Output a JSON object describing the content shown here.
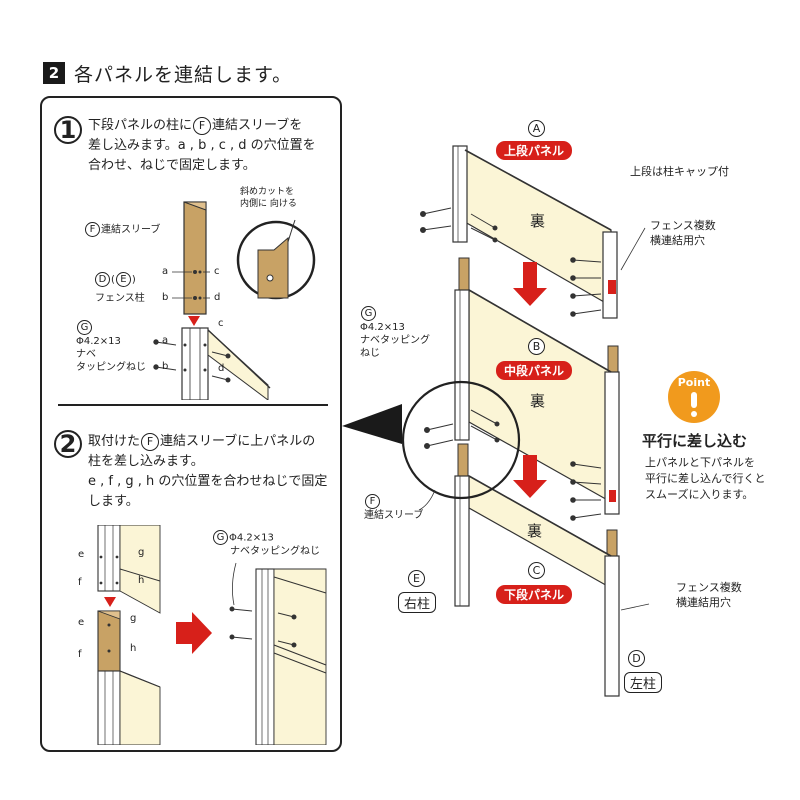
{
  "step": {
    "badge": "2",
    "heading": "各パネルを連結します。"
  },
  "section1": {
    "number": "1",
    "lines": [
      "下段パネルの柱に",
      "連結スリーブを",
      "差し込みます。a , b , c , d の穴位置を",
      "合わせ、ねじで固定します。"
    ],
    "circle_f": "F",
    "note": [
      "斜めカットを",
      "内側に 向ける"
    ],
    "label_f": "F",
    "label_f_text": "連結スリーブ",
    "label_d": "D",
    "label_e": "E",
    "label_de_text": "フェンス柱",
    "label_g": "G",
    "label_g_text": [
      "Φ4.2×13",
      "ナベ",
      "タッピングねじ"
    ],
    "hole_letters": [
      "a",
      "b",
      "c",
      "d"
    ]
  },
  "section2": {
    "number": "2",
    "lines": [
      "取付けた",
      "連結スリーブに上パネルの",
      "柱を差し込みます。",
      "e , f , g , h の穴位置を合わせねじで固定",
      "します。"
    ],
    "circle_f": "F",
    "label_g": "G",
    "label_g_text": [
      "Φ4.2×13",
      "ナベタッピングねじ"
    ],
    "hole_letters": [
      "e",
      "f",
      "g",
      "h"
    ]
  },
  "diagram": {
    "panel_a": {
      "letter": "A",
      "tag": "上段パネル",
      "back": "裏"
    },
    "panel_b": {
      "letter": "B",
      "tag": "中段パネル",
      "back": "裏"
    },
    "panel_c": {
      "letter": "C",
      "tag": "下段パネル",
      "back": "裏"
    },
    "cap_note": "上段は柱キャップ付",
    "hole_note_1": [
      "フェンス複数",
      "横連結用穴"
    ],
    "hole_note_2": [
      "フェンス複数",
      "横連結用穴"
    ],
    "g_label": "G",
    "g_text": [
      "Φ4.2×13",
      "ナベタッピング",
      "ねじ"
    ],
    "f_label": "F",
    "f_text": "連結スリーブ",
    "e_label": "E",
    "e_text": "右柱",
    "d_label": "D",
    "d_text": "左柱"
  },
  "point": {
    "badge": "Point",
    "title": "平行に差し込む",
    "desc": [
      "上パネルと下パネルを",
      "平行に差し込んで行くと",
      "スムーズに入ります。"
    ]
  },
  "colors": {
    "panel": "#fbf5d6",
    "wood": "#c8a265",
    "red": "#d7201a",
    "orange": "#f19a1d",
    "post": "#ffffff"
  }
}
